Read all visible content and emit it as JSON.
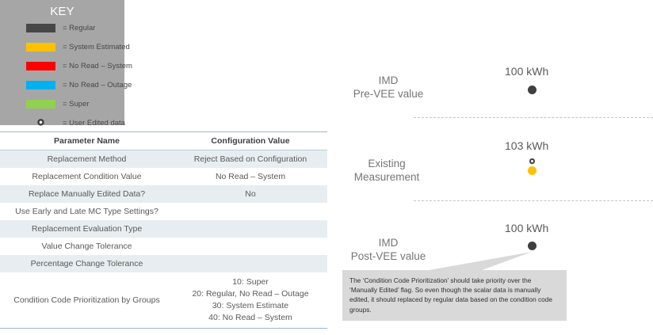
{
  "key": {
    "title": "KEY",
    "items": [
      {
        "label": "= Regular",
        "color": "#474747",
        "icon": "color-swatch"
      },
      {
        "label": "= System Estimated",
        "color": "#ffc000",
        "icon": "color-swatch"
      },
      {
        "label": "= No Read – System",
        "color": "#ff0000",
        "icon": "color-swatch"
      },
      {
        "label": "= No Read – Outage",
        "color": "#00b0f0",
        "icon": "color-swatch"
      },
      {
        "label": "= Super",
        "color": "#92d050",
        "icon": "color-swatch"
      },
      {
        "label": "= User Edited data",
        "color": "#404040",
        "icon": "gear-icon"
      }
    ],
    "panel_color": "#a6a6a6"
  },
  "table": {
    "headers": [
      "Parameter Name",
      "Configuration Value"
    ],
    "rows": [
      {
        "name": "Replacement Method",
        "value": "Reject Based on Configuration"
      },
      {
        "name": "Replacement Condition Value",
        "value": "No Read – System"
      },
      {
        "name": "Replace Manually Edited Data?",
        "value": "No"
      },
      {
        "name": "Use Early and Late MC Type Settings?",
        "value": ""
      },
      {
        "name": "Replacement Evaluation Type",
        "value": ""
      },
      {
        "name": "Value Change Tolerance",
        "value": ""
      },
      {
        "name": "Percentage Change Tolerance",
        "value": ""
      },
      {
        "name": "Condition Code Prioritization by Groups",
        "value": "10: Super\n20: Regular, No Read – Outage\n30: System Estimate\n40: No Read – System"
      }
    ]
  },
  "diagram": {
    "stages": [
      {
        "label": "IMD\nPre-VEE value",
        "value": "100 kWh",
        "dot_color": "#404040",
        "has_edit_marker": false
      },
      {
        "label": "Existing\nMeasurement",
        "value": "103 kWh",
        "dot_color": "#ffc000",
        "has_edit_marker": true
      },
      {
        "label": "IMD\nPost-VEE value",
        "value": "100 kWh",
        "dot_color": "#404040",
        "has_edit_marker": false
      }
    ],
    "callout": "The ‘Condition Code Prioritization’ should take priority over the ‘Manually Edited’ flag.  So even though the scalar data is manually edited, it should replaced by regular data based on the condition code groups."
  }
}
